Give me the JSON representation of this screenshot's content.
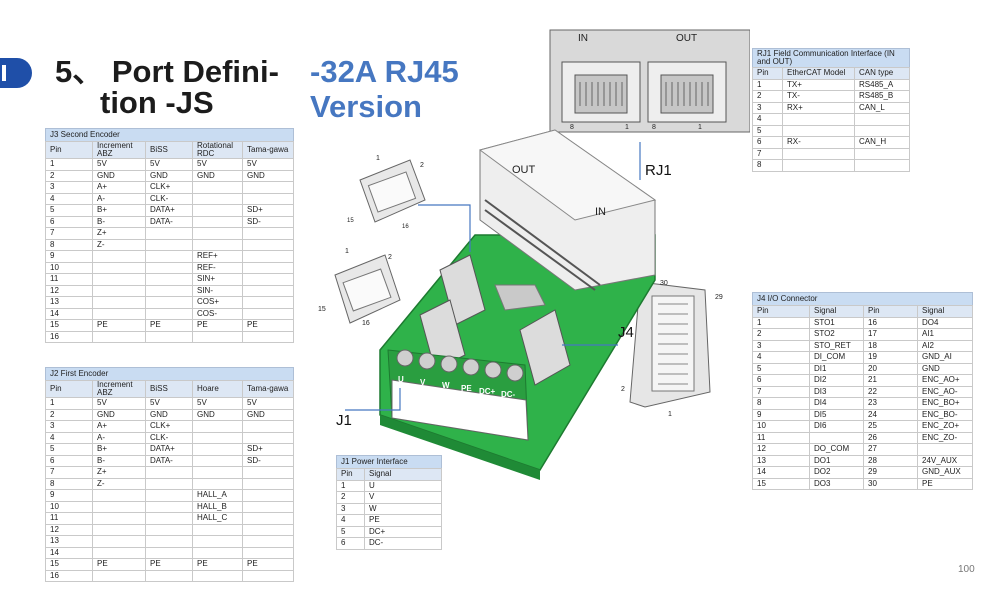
{
  "title": {
    "line1": "5、 Port Defini-",
    "line2": "tion -JS",
    "subtitle1": "-32A RJ45",
    "subtitle2": "Version"
  },
  "page_number": "100",
  "labels": {
    "rj1": "RJ1",
    "j4": "J4",
    "j1": "J1",
    "out_top": "OUT",
    "in_body": "IN",
    "in_conn": "IN",
    "out_conn": "OUT"
  },
  "pin_marks": [
    "8",
    "1",
    "8",
    "1",
    "1",
    "2",
    "15",
    "16",
    "1",
    "2",
    "15",
    "16",
    "30",
    "29",
    "1",
    "2"
  ],
  "terminal_labels": [
    "U",
    "V",
    "W",
    "PE",
    "DC+",
    "DC-"
  ],
  "j3": {
    "caption": "J3 Second Encoder",
    "headers": [
      "Pin",
      "Increment ABZ",
      "BiSS",
      "Rotational RDC",
      "Tama-gawa"
    ],
    "rows": [
      [
        "1",
        "5V",
        "5V",
        "5V",
        "5V"
      ],
      [
        "2",
        "GND",
        "GND",
        "GND",
        "GND"
      ],
      [
        "3",
        "A+",
        "CLK+",
        "",
        ""
      ],
      [
        "4",
        "A-",
        "CLK-",
        "",
        ""
      ],
      [
        "5",
        "B+",
        "DATA+",
        "",
        "SD+"
      ],
      [
        "6",
        "B-",
        "DATA-",
        "",
        "SD-"
      ],
      [
        "7",
        "Z+",
        "",
        "",
        ""
      ],
      [
        "8",
        "Z-",
        "",
        "",
        ""
      ],
      [
        "9",
        "",
        "",
        "REF+",
        ""
      ],
      [
        "10",
        "",
        "",
        "REF-",
        ""
      ],
      [
        "11",
        "",
        "",
        "SIN+",
        ""
      ],
      [
        "12",
        "",
        "",
        "SIN-",
        ""
      ],
      [
        "13",
        "",
        "",
        "COS+",
        ""
      ],
      [
        "14",
        "",
        "",
        "COS-",
        ""
      ],
      [
        "15",
        "PE",
        "PE",
        "PE",
        "PE"
      ],
      [
        "16",
        "",
        "",
        "",
        ""
      ]
    ]
  },
  "j2": {
    "caption": "J2 First Encoder",
    "headers": [
      "Pin",
      "Increment ABZ",
      "BiSS",
      "Hoare",
      "Tama-gawa"
    ],
    "rows": [
      [
        "1",
        "5V",
        "5V",
        "5V",
        "5V"
      ],
      [
        "2",
        "GND",
        "GND",
        "GND",
        "GND"
      ],
      [
        "3",
        "A+",
        "CLK+",
        "",
        ""
      ],
      [
        "4",
        "A-",
        "CLK-",
        "",
        ""
      ],
      [
        "5",
        "B+",
        "DATA+",
        "",
        "SD+"
      ],
      [
        "6",
        "B-",
        "DATA-",
        "",
        "SD-"
      ],
      [
        "7",
        "Z+",
        "",
        "",
        ""
      ],
      [
        "8",
        "Z-",
        "",
        "",
        ""
      ],
      [
        "9",
        "",
        "",
        "HALL_A",
        ""
      ],
      [
        "10",
        "",
        "",
        "HALL_B",
        ""
      ],
      [
        "11",
        "",
        "",
        "HALL_C",
        ""
      ],
      [
        "12",
        "",
        "",
        "",
        ""
      ],
      [
        "13",
        "",
        "",
        "",
        ""
      ],
      [
        "14",
        "",
        "",
        "",
        ""
      ],
      [
        "15",
        "PE",
        "PE",
        "PE",
        "PE"
      ],
      [
        "16",
        "",
        "",
        "",
        ""
      ]
    ]
  },
  "rj1": {
    "caption": "RJ1 Field Communication Interface (IN and OUT)",
    "headers": [
      "Pin",
      "EtherCAT Model",
      "CAN type"
    ],
    "rows": [
      [
        "1",
        "TX+",
        "RS485_A"
      ],
      [
        "2",
        "TX-",
        "RS485_B"
      ],
      [
        "3",
        "RX+",
        "CAN_L"
      ],
      [
        "4",
        "",
        ""
      ],
      [
        "5",
        "",
        ""
      ],
      [
        "6",
        "RX-",
        "CAN_H"
      ],
      [
        "7",
        "",
        ""
      ],
      [
        "8",
        "",
        ""
      ]
    ]
  },
  "j4": {
    "caption": "J4 I/O Connector",
    "headers": [
      "Pin",
      "Signal",
      "Pin",
      "Signal"
    ],
    "rows": [
      [
        "1",
        "STO1",
        "16",
        "DO4"
      ],
      [
        "2",
        "STO2",
        "17",
        "AI1"
      ],
      [
        "3",
        "STO_RET",
        "18",
        "AI2"
      ],
      [
        "4",
        "DI_COM",
        "19",
        "GND_AI"
      ],
      [
        "5",
        "DI1",
        "20",
        "GND"
      ],
      [
        "6",
        "DI2",
        "21",
        "ENC_AO+"
      ],
      [
        "7",
        "DI3",
        "22",
        "ENC_AO-"
      ],
      [
        "8",
        "DI4",
        "23",
        "ENC_BO+"
      ],
      [
        "9",
        "DI5",
        "24",
        "ENC_BO-"
      ],
      [
        "10",
        "DI6",
        "25",
        "ENC_ZO+"
      ],
      [
        "11",
        "",
        "26",
        "ENC_ZO-"
      ],
      [
        "12",
        "DO_COM",
        "27",
        ""
      ],
      [
        "13",
        "DO1",
        "28",
        "24V_AUX"
      ],
      [
        "14",
        "DO2",
        "29",
        "GND_AUX"
      ],
      [
        "15",
        "DO3",
        "30",
        "PE"
      ]
    ]
  },
  "j1": {
    "caption": "J1 Power Interface",
    "headers": [
      "Pin",
      "Signal"
    ],
    "rows": [
      [
        "1",
        "U"
      ],
      [
        "2",
        "V"
      ],
      [
        "3",
        "W"
      ],
      [
        "4",
        "PE"
      ],
      [
        "5",
        "DC+"
      ],
      [
        "6",
        "DC-"
      ]
    ]
  },
  "colors": {
    "accent": "#4677c1",
    "pcb_green": "#2fb24a",
    "header_fill": "#c9dcf2",
    "logo": "#1f4fa8"
  }
}
